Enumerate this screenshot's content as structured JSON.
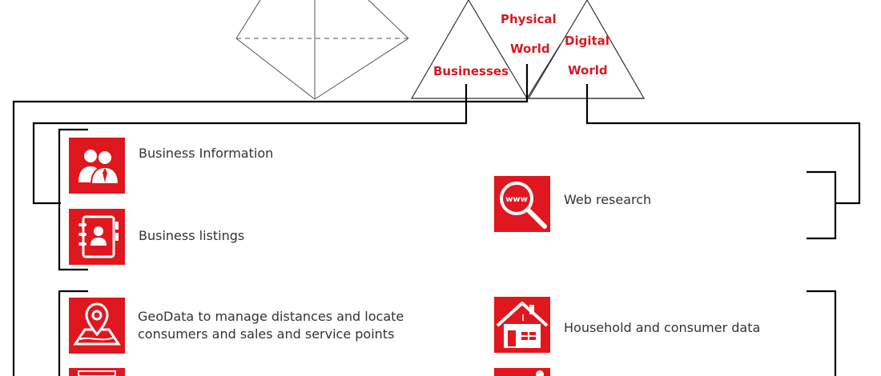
{
  "triangles": {
    "businesses": "Businesses",
    "physical_world_line1": "Physical",
    "physical_world_line2": "World",
    "digital_world_line1": "Digital",
    "digital_world_line2": "World"
  },
  "items": {
    "business_information": "Business Information",
    "business_listings": "Business listings",
    "web_research": "Web research",
    "geodata_line1": "GeoData to manage distances and locate",
    "geodata_line2": "consumers and sales and service points",
    "household_consumer": "Household and consumer data"
  },
  "icons": {
    "business_information": "people-icon",
    "business_listings": "address-book-icon",
    "web_research": "www-magnifier-icon",
    "geodata": "map-pin-icon",
    "household_consumer": "house-icon"
  },
  "colors": {
    "accent": "#e0171e",
    "label_red": "#d71920",
    "text": "#333333",
    "lines": "#000000"
  }
}
